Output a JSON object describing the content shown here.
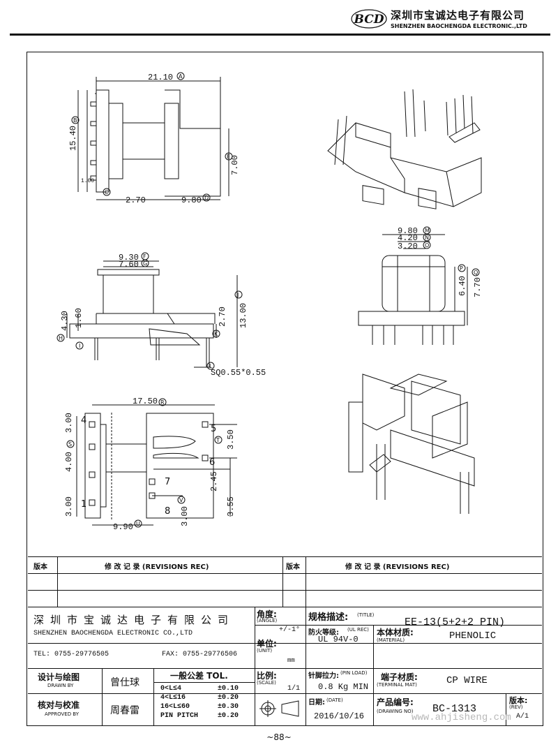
{
  "header": {
    "logo_text": "BCD",
    "company_cn": "深圳市宝诚达电子有限公司",
    "company_en": "SHENZHEN BAOCHENGDA ELECTRONIC.,LTD"
  },
  "dims": {
    "v1": {
      "w": "21.10",
      "h": "15.40",
      "pinpitch": "1.00",
      "d7": "7.00",
      "d270": "2.70",
      "d980": "9.80",
      "lA": "A",
      "lB": "B",
      "lC": "C",
      "lD": "D",
      "lE": "E"
    },
    "v2": {
      "d930": "9.30",
      "d760": "7.60",
      "d430": "4.30",
      "d160": "1.60",
      "d270": "2.70",
      "d1300": "13.00",
      "sq": "SQ0.55*0.55",
      "lF": "F",
      "lG": "G",
      "lH": "H",
      "lI": "I",
      "lJ": "J",
      "lK": "K",
      "lL": "L"
    },
    "v3": {
      "d980": "9.80",
      "d420": "4.20",
      "d320": "3.20",
      "d640": "6.40",
      "d770": "7.70",
      "lM": "M",
      "lN": "N",
      "lO": "O",
      "lP": "P",
      "lQ": "Q"
    },
    "v4": {
      "d1750": "17.50",
      "d300a": "3.00",
      "d400": "4.00",
      "d300b": "3.00",
      "d990": "9.90",
      "d350": "3.50",
      "d245": "2.45",
      "d300c": "3.00",
      "d355": "3.55",
      "p1": "1",
      "p4": "4",
      "p5": "5",
      "p6": "6",
      "p7": "7",
      "p8": "8",
      "lR": "R",
      "lS": "S",
      "lT": "T",
      "lU": "U",
      "lV": "V"
    }
  },
  "table": {
    "rev_label": "版本",
    "rev_title": "修  改  记  录   (REVISIONS REC)",
    "rev_label2": "版本",
    "rev_title2": "修  改  记  录   (REVISIONS REC)",
    "company_cn": "深 圳 市 宝 诚 达 电 子 有 限 公 司",
    "company_en": "SHENZHEN BAOCHENGDA ELECTRONIC CO.,LTD",
    "tel": "TEL: 0755-29776505",
    "fax": "FAX: 0755-29776506",
    "angle_label": "角度:",
    "angle_en": "(ANGLE)",
    "angle_val": "+/-1°",
    "unit_label": "单位:",
    "unit_en": "(UNIT)",
    "unit_val": "mm",
    "scale_label": "比例:",
    "scale_en": "(SCALE)",
    "scale_val": "1/1",
    "title_label": "规格描述:",
    "title_en": "(TITLE)",
    "title_val": "EE-13(5+2+2 PIN)",
    "ul_label": "防火等级:",
    "ul_en": "(UL REC)",
    "ul_val": "UL 94V-0",
    "mat_label": "本体材质:",
    "mat_en": "(MATERIAL)",
    "mat_val": "PHENOLIC",
    "pinload_label": "针脚拉力:",
    "pinload_en": "(PIN LOAD)",
    "pinload_val": "0.8 Kg MIN",
    "term_label": "端子材质:",
    "term_en": "(TERMINAL MAT)",
    "term_val": "CP WIRE",
    "date_label": "日期:",
    "date_en": "(DATE)",
    "date_val": "2016/10/16",
    "dwg_label": "产品编号:",
    "dwg_en": "(DRAWING NO)",
    "dwg_val": "BC-1313",
    "rev_no_label": "版本:",
    "rev_no_en": "(REV)",
    "rev_no_val": "A/1",
    "drawn_label": "设计与绘图",
    "drawn_en": "DRAWN BY",
    "drawn_val": "曾仕球",
    "approved_label": "核对与校准",
    "approved_en": "APPROVED BY",
    "approved_val": "周春雷",
    "tol_title": "一般公差 TOL.",
    "tol": [
      {
        "range": "0<L≤4",
        "val": "±0.10"
      },
      {
        "range": "4<L≤16",
        "val": "±0.20"
      },
      {
        "range": "16<L≤60",
        "val": "±0.30"
      },
      {
        "range": "PIN PITCH",
        "val": "±0.20"
      }
    ]
  },
  "footer": "~88~",
  "watermark": "www.ahjisheng.com"
}
